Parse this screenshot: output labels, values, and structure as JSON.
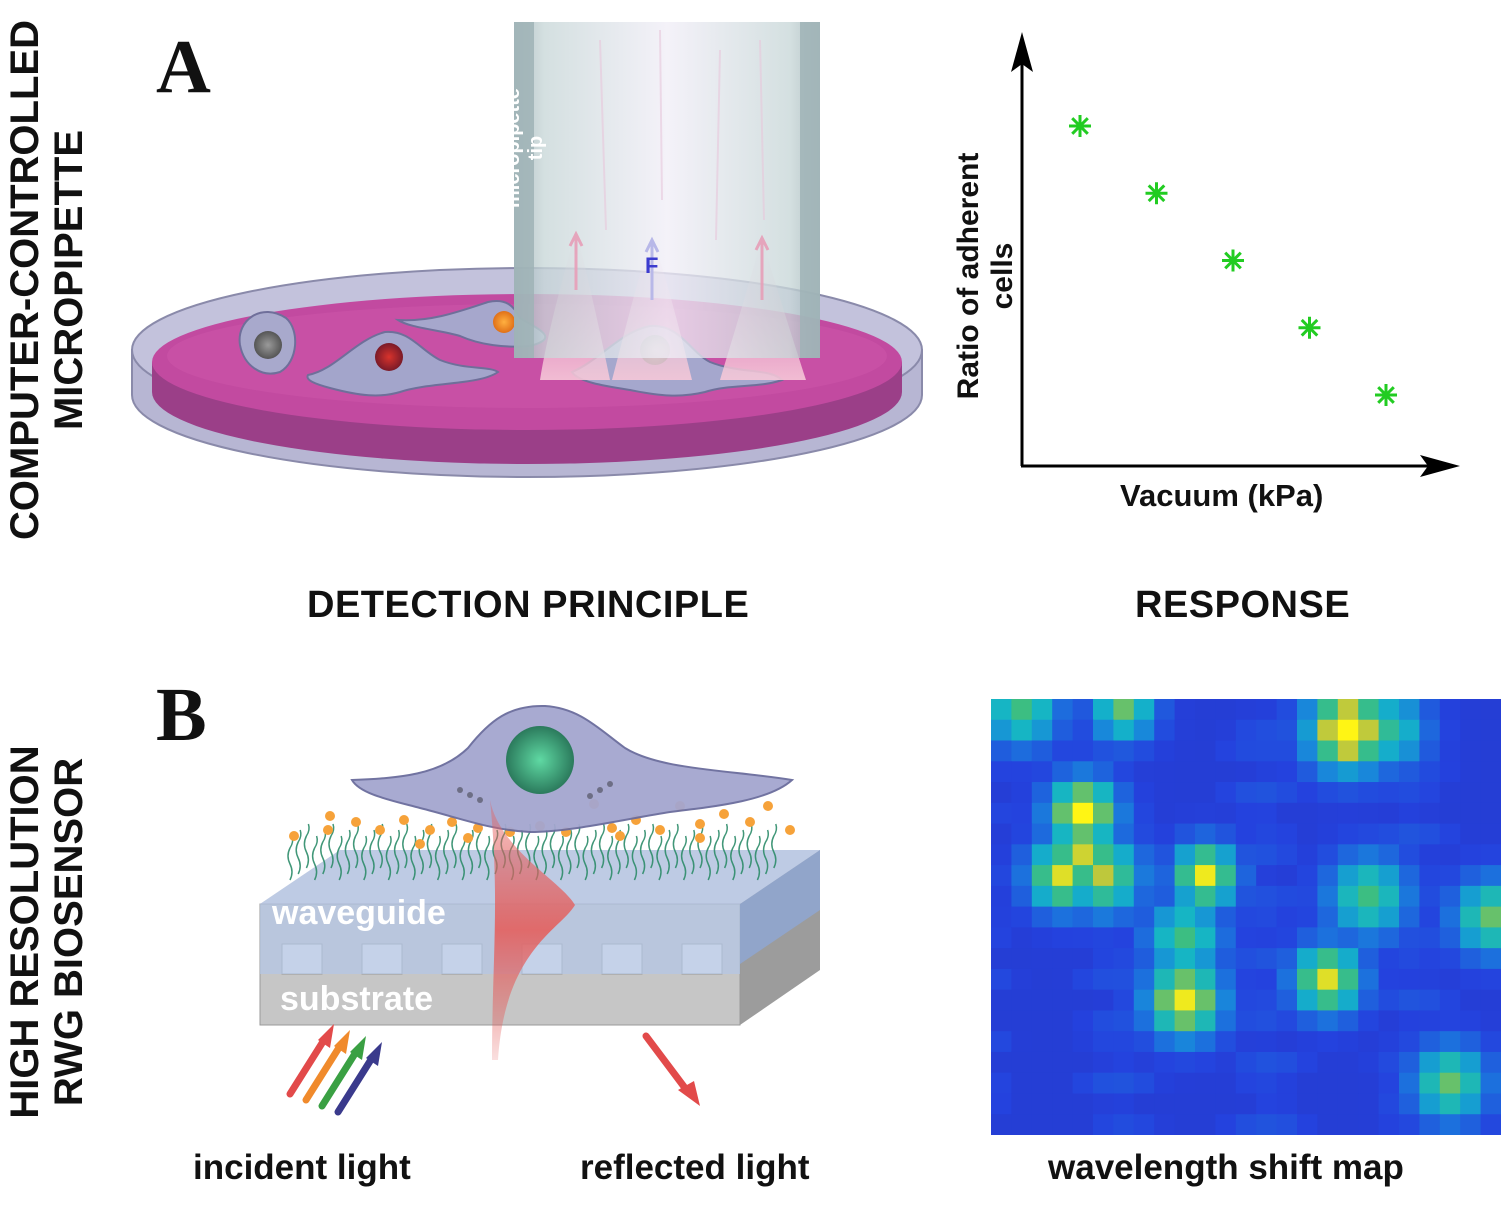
{
  "row_labels": {
    "top_line1": "COMPUTER-CONTROLLED",
    "top_line2": "MICROPIPETTE",
    "bottom_line1": "HIGH RESOLUTION",
    "bottom_line2": "RWG BIOSENSOR"
  },
  "panels": {
    "a": "A",
    "b": "B"
  },
  "headings": {
    "detection": "DETECTION PRINCIPLE",
    "response": "RESPONSE"
  },
  "panel_a": {
    "tip_label": "micropipette tip",
    "force_label": "F"
  },
  "panel_b": {
    "waveguide_label": "waveguide",
    "substrate_label": "substrate",
    "incident_caption": "incident light",
    "reflected_caption": "reflected light",
    "map_caption": "wavelength shift map"
  },
  "colors": {
    "medium": "#a8428f",
    "dish": "#b7b6d3",
    "cell": "#a7a9cf",
    "marker": "#22cc22",
    "waveguide": "#b4c6e7",
    "substrate": "#c6c6c6",
    "map_bg": "#2a3fd6",
    "map_hot": "#ffff00"
  },
  "chart_data": {
    "type": "scatter",
    "xlabel": "Vacuum (kPa)",
    "ylabel": "Ratio of adherent cells",
    "x": [
      1,
      2,
      3,
      4,
      5
    ],
    "y": [
      5,
      4,
      3,
      2,
      1
    ],
    "marker": "asterisk",
    "axis_ticks": "none"
  },
  "heatmap_data": {
    "type": "heatmap",
    "rows": 21,
    "cols": 25,
    "colormap": "parula",
    "hotspots": [
      {
        "col": 1,
        "row": 0,
        "level": 0.55,
        "spread": 1.2
      },
      {
        "col": 6,
        "row": 0,
        "level": 0.6,
        "spread": 1.0
      },
      {
        "col": 17,
        "row": 1,
        "level": 0.95,
        "spread": 1.3
      },
      {
        "col": 19,
        "row": 1,
        "level": 0.5,
        "spread": 1.2
      },
      {
        "col": 4,
        "row": 5,
        "level": 0.9,
        "spread": 1.1
      },
      {
        "col": 4,
        "row": 7,
        "level": 0.75,
        "spread": 1.2
      },
      {
        "col": 3,
        "row": 8,
        "level": 0.8,
        "spread": 1.1
      },
      {
        "col": 5,
        "row": 8,
        "level": 0.7,
        "spread": 1.2
      },
      {
        "col": 10,
        "row": 8,
        "level": 0.85,
        "spread": 1.0
      },
      {
        "col": 9,
        "row": 11,
        "level": 0.55,
        "spread": 1.2
      },
      {
        "col": 9,
        "row": 14,
        "level": 0.85,
        "spread": 1.2
      },
      {
        "col": 18,
        "row": 9,
        "level": 0.55,
        "spread": 1.3
      },
      {
        "col": 24,
        "row": 10,
        "level": 0.6,
        "spread": 1.2
      },
      {
        "col": 16,
        "row": 13,
        "level": 0.8,
        "spread": 1.1
      },
      {
        "col": 22,
        "row": 18,
        "level": 0.6,
        "spread": 1.2
      }
    ]
  }
}
